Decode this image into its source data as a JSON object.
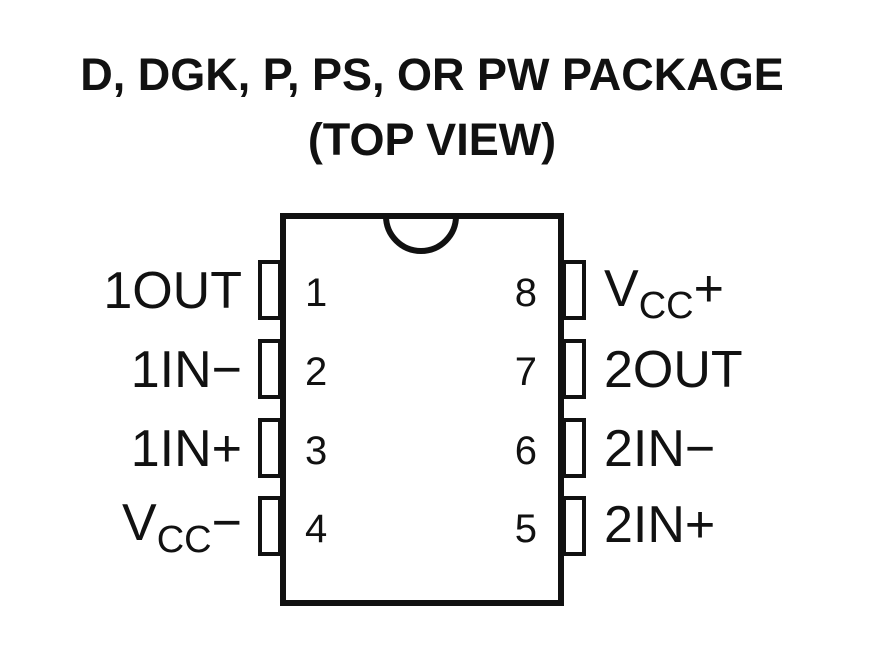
{
  "title": {
    "line1": "D, DGK, P, PS, OR PW PACKAGE",
    "line2": "(TOP VIEW)"
  },
  "pins_left": [
    {
      "number": "1",
      "label": "1OUT"
    },
    {
      "number": "2",
      "label": "1IN−"
    },
    {
      "number": "3",
      "label": "1IN+"
    },
    {
      "number": "4",
      "label_main": "V",
      "label_sub": "CC",
      "label_suffix": "−"
    }
  ],
  "pins_right": [
    {
      "number": "8",
      "label_main": "V",
      "label_sub": "CC",
      "label_suffix": "+"
    },
    {
      "number": "7",
      "label": "2OUT"
    },
    {
      "number": "6",
      "label": "2IN−"
    },
    {
      "number": "5",
      "label": "2IN+"
    }
  ]
}
